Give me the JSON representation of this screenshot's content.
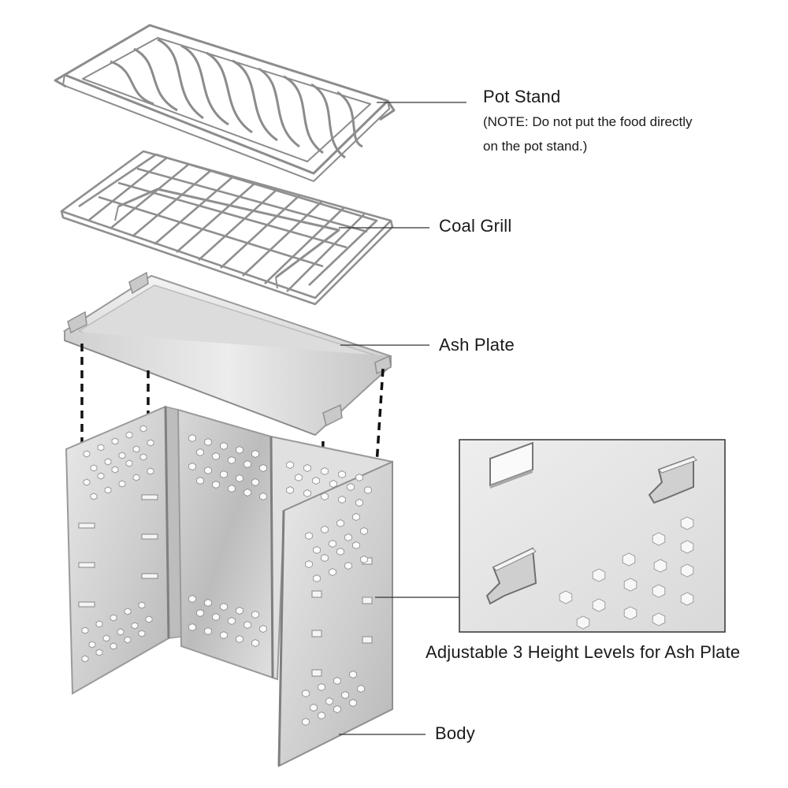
{
  "labels": {
    "pot_stand": "Pot Stand",
    "pot_stand_note_line1": "(NOTE: Do not put the food directly",
    "pot_stand_note_line2": "on the pot stand.)",
    "coal_grill": "Coal Grill",
    "ash_plate": "Ash Plate",
    "adjustable": "Adjustable 3 Height Levels for Ash Plate",
    "body": "Body"
  },
  "colors": {
    "text": "#1a1a1a",
    "steel_light": "#e6e6e6",
    "steel_mid": "#c9c9c9",
    "steel_dark": "#9a9a9a",
    "leader_line": "#333333",
    "dashed_line": "#111111"
  },
  "components": [
    "pot-stand",
    "coal-grill",
    "ash-plate",
    "body",
    "detail-inset"
  ]
}
